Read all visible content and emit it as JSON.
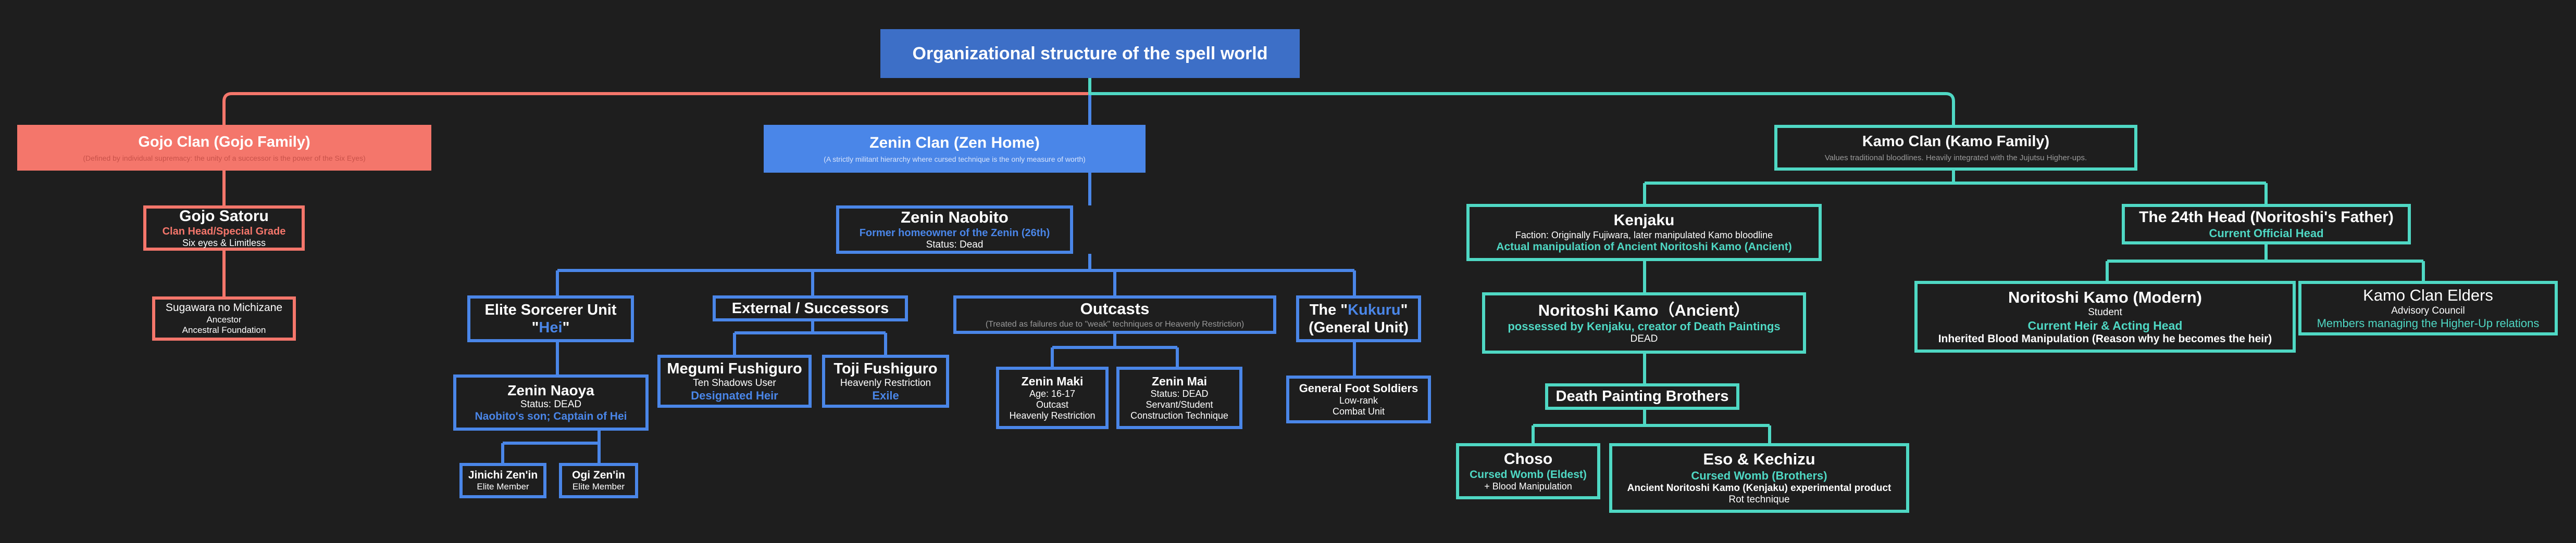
{
  "root": {
    "title": "Organizational structure of the spell world"
  },
  "gojo": {
    "clan": {
      "title": "Gojo Clan (Gojo Family)",
      "desc": "(Defined by individual supremacy: the unity of a successor is the power of the Six Eyes)"
    },
    "satoru": {
      "name": "Gojo Satoru",
      "role": "Clan Head/Special Grade",
      "detail": "Six eyes & Limitless"
    },
    "sugawara": {
      "name": "Sugawara no Michizane",
      "role": "Ancestor",
      "detail": "Ancestral Foundation"
    }
  },
  "zenin": {
    "clan": {
      "title": "Zenin Clan (Zen Home)",
      "desc": "(A strictly militant hierarchy where cursed technique is the only measure of worth)"
    },
    "naobito": {
      "name": "Zenin Naobito",
      "role": "Former homeowner of the Zenin (26th)",
      "status": "Status: Dead"
    },
    "hei": {
      "title_pre": "Elite Sorcerer Unit",
      "title_q1": "\"",
      "title_hl": "Hei",
      "title_q2": "\""
    },
    "external": {
      "title": "External / Successors"
    },
    "outcasts": {
      "title": "Outcasts",
      "desc": "(Treated as failures due to \"weak\" techniques or Heavenly Restriction)"
    },
    "kukuru": {
      "title_pre": "The \"",
      "title_hl": "Kukuru",
      "title_post": "\"",
      "title_line2": "(General Unit)"
    },
    "naoya": {
      "name": "Zenin Naoya",
      "status": "Status: DEAD",
      "role": "Naobito's son; Captain of Hei"
    },
    "jinichi": {
      "name": "Jinichi Zen'in",
      "role": "Elite Member"
    },
    "ogi": {
      "name": "Ogi Zen'in",
      "role": "Elite Member"
    },
    "megumi": {
      "name": "Megumi Fushiguro",
      "detail": "Ten Shadows User",
      "role": "Designated Heir"
    },
    "toji": {
      "name": "Toji Fushiguro",
      "detail": "Heavenly Restriction",
      "role": "Exile"
    },
    "maki": {
      "name": "Zenin Maki",
      "line1": "Age: 16-17",
      "line2": "Outcast",
      "line3": "Heavenly Restriction"
    },
    "mai": {
      "name": "Zenin Mai",
      "line1": "Status: DEAD",
      "line2": "Servant/Student",
      "line3": "Construction Technique"
    },
    "soldiers": {
      "name": "General Foot Soldiers",
      "line1": "Low-rank",
      "line2": "Combat Unit"
    }
  },
  "kamo": {
    "clan": {
      "title": "Kamo Clan (Kamo Family)",
      "desc": "Values traditional bloodlines. Heavily integrated with the Jujutsu Higher-ups."
    },
    "kenjaku": {
      "name": "Kenjaku",
      "detail": "Faction: Originally Fujiwara, later manipulated Kamo bloodline",
      "role": "Actual manipulation of Ancient Noritoshi Kamo (Ancient)"
    },
    "head24": {
      "name": "The 24th Head (Noritoshi's Father)",
      "role": "Current Official Head"
    },
    "ancient": {
      "name": "Noritoshi Kamo（Ancient）",
      "role": "possessed by Kenjaku, creator of Death Paintings",
      "status": "DEAD"
    },
    "modern": {
      "name": "Noritoshi Kamo (Modern)",
      "line1": "Student",
      "role": "Current Heir & Acting Head",
      "line3": "Inherited Blood Manipulation (Reason why he becomes the heir)"
    },
    "elders": {
      "name": "Kamo Clan Elders",
      "line1": "Advisory Council",
      "role": "Members managing the Higher-Up relations"
    },
    "brothers": {
      "title": "Death Painting Brothers"
    },
    "choso": {
      "name": "Choso",
      "role": "Cursed Womb (Eldest)",
      "detail": "+ Blood Manipulation"
    },
    "eso": {
      "name": "Eso & Kechizu",
      "role": "Cursed Womb (Brothers)",
      "line1": "Ancient Noritoshi Kamo (Kenjaku) experimental product",
      "line2": "Rot technique"
    }
  },
  "colors": {
    "background": "#1e1e1e",
    "root": "#3d6fc7",
    "gojo": "#f4766b",
    "zenin": "#4a86e8",
    "kamo": "#4fd8c4"
  }
}
